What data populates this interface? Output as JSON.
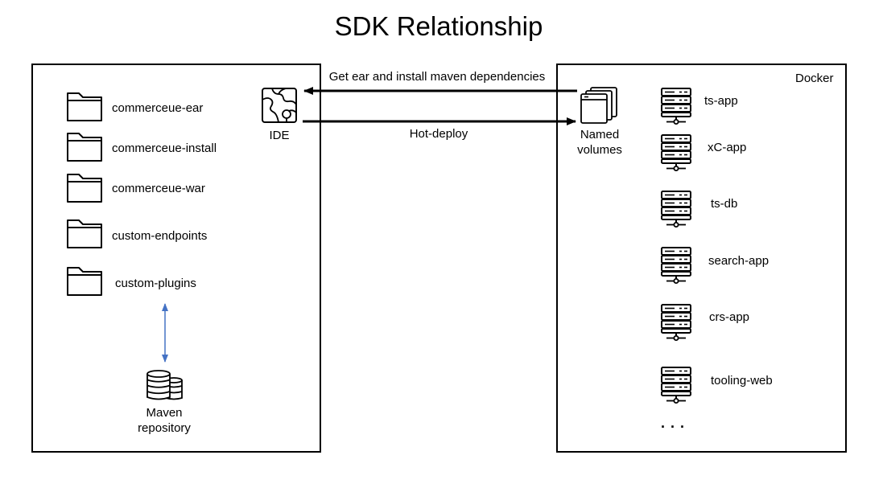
{
  "title": "SDK Relationship",
  "left_panel": {
    "folders": [
      {
        "label": "commerceue-ear",
        "icon": "folder-icon"
      },
      {
        "label": "commerceue-install",
        "icon": "folder-icon"
      },
      {
        "label": "commerceue-war",
        "icon": "folder-icon"
      },
      {
        "label": "custom-endpoints",
        "icon": "folder-icon"
      },
      {
        "label": "custom-plugins",
        "icon": "folder-icon"
      }
    ],
    "ide": {
      "label": "IDE",
      "icon": "ide-map-icon"
    },
    "maven": {
      "line1": "Maven",
      "line2": "repository",
      "icon": "database-icon"
    }
  },
  "arrows": {
    "top_label": "Get ear and install maven dependencies",
    "bottom_label": "Hot-deploy"
  },
  "right_panel": {
    "title": "Docker",
    "named_volumes": {
      "line1": "Named",
      "line2": "volumes",
      "icon": "window-stack-icon"
    },
    "servers": [
      {
        "label": "ts-app",
        "icon": "server-icon"
      },
      {
        "label": "xC-app",
        "icon": "server-icon"
      },
      {
        "label": "ts-db",
        "icon": "server-icon"
      },
      {
        "label": "search-app",
        "icon": "server-icon"
      },
      {
        "label": "crs-app",
        "icon": "server-icon"
      },
      {
        "label": "tooling-web",
        "icon": "server-icon"
      }
    ],
    "ellipsis": ". . ."
  },
  "colors": {
    "stroke": "#000000",
    "maven_link": "#4472C4"
  }
}
